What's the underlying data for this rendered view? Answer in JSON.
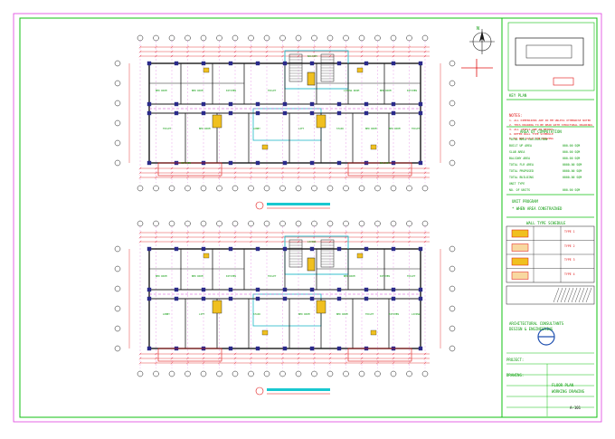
{
  "colors": {
    "frame_outer": "#e040e0",
    "frame_inner": "#10c010",
    "wall": "#1a1a1a",
    "column": "#2a2a8a",
    "dimension": "#e01010",
    "grid_line": "#d040d0",
    "highlight_zone": "#20b8c8",
    "stair_fill": "#f0c020",
    "title_bar": "#18c8d0",
    "text_green": "#0a9a0a"
  },
  "sheet": {
    "plans": [
      {
        "name": "upper-floor-plan",
        "rooms": [
          "BED ROOM",
          "BED ROOM",
          "KITCHEN",
          "TOILET",
          "BALCONY",
          "LIVING ROOM",
          "BED ROOM",
          "KITCHEN",
          "TOILET",
          "BED ROOM",
          "LOBBY",
          "LIFT",
          "STAIR",
          "BED ROOM",
          "BED ROOM",
          "TOILET",
          "KITCHEN",
          "BALCONY"
        ]
      },
      {
        "name": "lower-floor-plan",
        "rooms": [
          "BED ROOM",
          "BED ROOM",
          "KITCHEN",
          "TOILET",
          "LIVING",
          "BED ROOM",
          "KITCHEN",
          "TOILET",
          "LOBBY",
          "LIFT",
          "STAIR",
          "BED ROOM",
          "BED ROOM",
          "TOILET",
          "KITCHEN",
          "LIVING"
        ]
      }
    ],
    "sidebar": {
      "north_label": "N",
      "key_plan_title": "KEY PLAN",
      "notes_title": "NOTES:",
      "notes": [
        "1. ALL DIMENSIONS ARE IN MM UNLESS OTHERWISE NOTED",
        "2. THIS DRAWING TO BE READ WITH STRUCTURAL DRAWINGS",
        "3. ALL LEVELS ARE IN METERS",
        "4. REFER WALL TYPE SCHEDULE",
        "5. DO NOT SCALE THE DRAWING"
      ],
      "area_title": "AREA OF COMPUTATION",
      "area_rows": [
        {
          "label": "TOTAL AREA CALCULATION",
          "value": ""
        },
        {
          "label": "BUILT UP AREA",
          "value": "000.00 SQM"
        },
        {
          "label": "SLAB AREA",
          "value": "000.00 SQM"
        },
        {
          "label": "BALCONY AREA",
          "value": "000.00 SQM"
        },
        {
          "label": "TOTAL FLR AREA",
          "value": "0000.00 SQM"
        },
        {
          "label": "TOTAL PROPOSED",
          "value": "0000.00 SQM"
        },
        {
          "label": "TOTAL BUILDING",
          "value": "0000.00 SQM"
        },
        {
          "label": "UNIT TYPE",
          "value": ""
        },
        {
          "label": "NO. OF UNITS",
          "value": "000.00 SQM"
        }
      ],
      "legend_title": "UNIT PROGRAM",
      "legend_note": "* WHEN AREA CONSTRAINED",
      "wall_title": "WALL TYPE SCHEDULE",
      "wall_rows": [
        "TYPE 1",
        "TYPE 2",
        "TYPE 3",
        "TYPE 4"
      ],
      "company": {
        "name": "ARCHITECTURAL CONSULTANTS",
        "sub": "DESIGN & ENGINEERING"
      },
      "project_label": "PROJECT:",
      "drawing_label": "DRAWING:",
      "drawing_title": "FLOOR PLAN",
      "drawing_sub": "WORKING DRAWING",
      "sheet_no": "A-101"
    }
  }
}
